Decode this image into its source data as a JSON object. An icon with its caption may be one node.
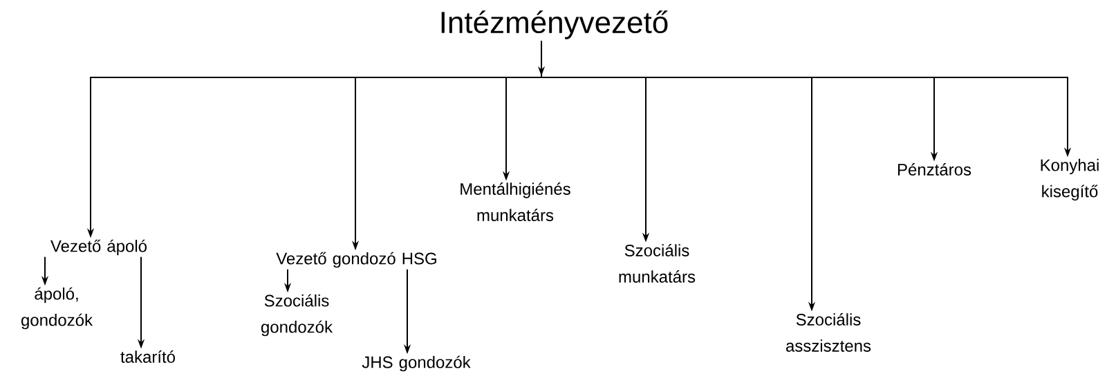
{
  "diagram": {
    "nodes": [
      {
        "text": [
          "Intézményvezető"
        ]
      },
      {
        "text": [
          "Vezető ápoló"
        ]
      },
      {
        "text": [
          "Vezető gondozó HSG"
        ]
      },
      {
        "text": [
          "Mentálhigiénés munkatárs"
        ]
      },
      {
        "text": [
          "Szociális munkatárs"
        ]
      },
      {
        "text": [
          "Szociális asszisztens"
        ]
      },
      {
        "text": [
          "Pénztáros"
        ]
      },
      {
        "text": [
          "Konyhai kisegítő"
        ]
      },
      {
        "text": [
          "ápoló, gondozók"
        ]
      },
      {
        "text": [
          "takarító"
        ]
      },
      {
        "text": [
          "Szociális gondozók"
        ]
      },
      {
        "text": [
          "JHS gondozók"
        ]
      }
    ],
    "edges": [
      {
        "from": 0,
        "to": 1,
        "arrow": "to"
      },
      {
        "from": 0,
        "to": 2,
        "arrow": "to"
      },
      {
        "from": 0,
        "to": 3,
        "arrow": "to"
      },
      {
        "from": 0,
        "to": 4,
        "arrow": "to"
      },
      {
        "from": 0,
        "to": 5,
        "arrow": "to"
      },
      {
        "from": 0,
        "to": 6,
        "arrow": "to"
      },
      {
        "from": 0,
        "to": 7,
        "arrow": "to"
      },
      {
        "from": 1,
        "to": 8,
        "arrow": "to"
      },
      {
        "from": 1,
        "to": 9,
        "arrow": "to"
      },
      {
        "from": 2,
        "to": 10,
        "arrow": "to"
      },
      {
        "from": 2,
        "to": 11,
        "arrow": "to"
      }
    ]
  }
}
